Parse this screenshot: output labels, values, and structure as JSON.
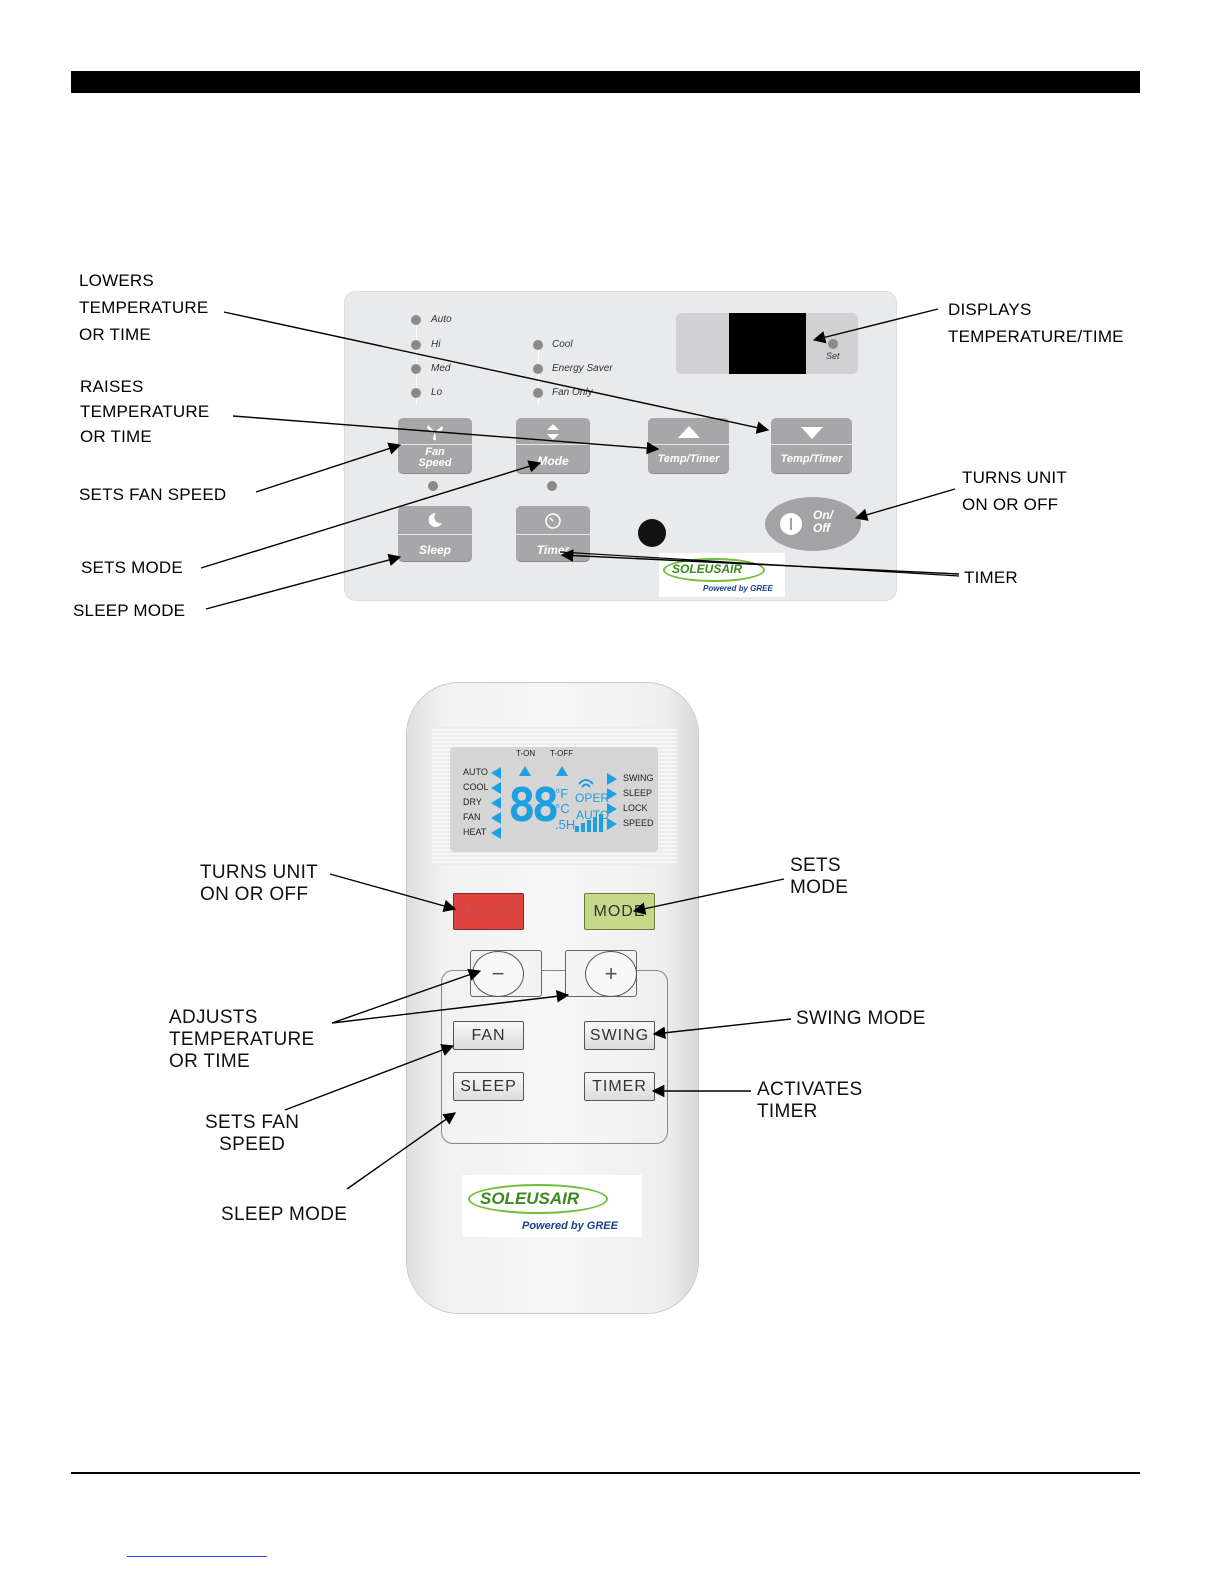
{
  "panel_annotations": {
    "lowers": "LOWERS\nTEMPERATURE\nOR TIME",
    "raises": "RAISES\nTEMPERATURE\nOR TIME",
    "fan_speed": "SETS  FAN SPEED",
    "sets_mode": "SETS MODE",
    "sleep_mode": "SLEEP MODE",
    "displays": "DISPLAYS\nTEMPERATURE/TIME",
    "turns_unit": "TURNS UNIT\nON OR OFF",
    "timer": "TIMER"
  },
  "panel": {
    "fan_leds": [
      "Auto",
      "Hi",
      "Med",
      "Lo"
    ],
    "mode_leds": [
      "Cool",
      "Energy Saver",
      "Fan Only"
    ],
    "set_label": "Set",
    "btn_fan": "Fan\nSpeed",
    "btn_mode": "Mode",
    "btn_temp_up": "Temp/Timer",
    "btn_temp_down": "Temp/Timer",
    "btn_sleep": "Sleep",
    "btn_timer": "Timer",
    "btn_onoff": "On/\nOff",
    "logo_brand": "SOLEUSAIR",
    "logo_tag": "Powered by GREE"
  },
  "remote_annotations": {
    "turns_unit": "TURNS UNIT\nON OR OFF",
    "sets_mode": "SETS\nMODE",
    "adjusts": "ADJUSTS\nTEMPERATURE\nOR TIME",
    "swing_mode": "SWING MODE",
    "sets_fan": "SETS FAN\nSPEED",
    "activates": "ACTIVATES\nTIMER",
    "sleep_mode": "SLEEP MODE"
  },
  "remote": {
    "lcd_left": [
      "AUTO",
      "COOL",
      "DRY",
      "FAN",
      "HEAT"
    ],
    "lcd_right": [
      "SWING",
      "SLEEP",
      "LOCK",
      "SPEED"
    ],
    "t_on": "T-ON",
    "t_off": "T-OFF",
    "digits": "88",
    "unit_f": "°F",
    "unit_c": "°C",
    "unit_h": ".5H",
    "oper": "OPER",
    "auto": "AUTO",
    "btn_onoff": "ON OFF",
    "btn_mode": "MODE",
    "btn_minus": "−",
    "btn_plus": "+",
    "btn_fan": "FAN",
    "btn_swing": "SWING",
    "btn_sleep": "SLEEP",
    "btn_timer": "TIMER",
    "logo_brand": "SOLEUSAIR",
    "logo_tag": "Powered by GREE"
  },
  "colors": {
    "onoff_red": "#e0443f",
    "mode_green": "#c6d98a",
    "lcd_blue": "#1e9fe0",
    "logo_green": "#6fbf3a"
  }
}
